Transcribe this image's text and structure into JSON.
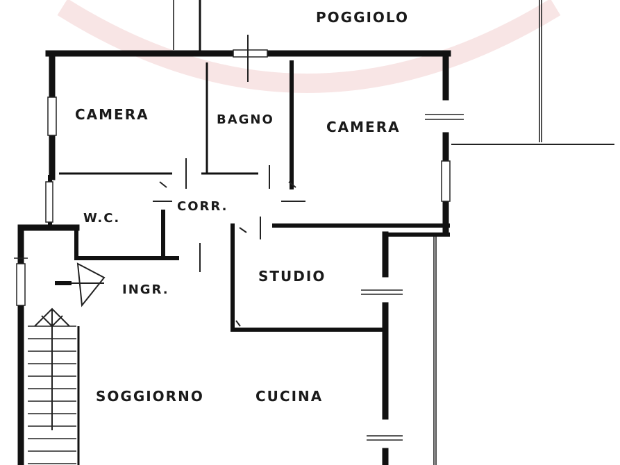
{
  "rooms": {
    "poggiolo": "POGGIOLO",
    "camera_left": "CAMERA",
    "bagno": "BAGNO",
    "camera_right": "CAMERA",
    "wc": "W.C.",
    "corr": "CORR.",
    "ingr": "INGR.",
    "studio": "STUDIO",
    "soggiorno": "SOGGIORNO",
    "cucina": "CUCINA"
  },
  "colors": {
    "ink": "#111111",
    "watermark": "#f6dede"
  }
}
